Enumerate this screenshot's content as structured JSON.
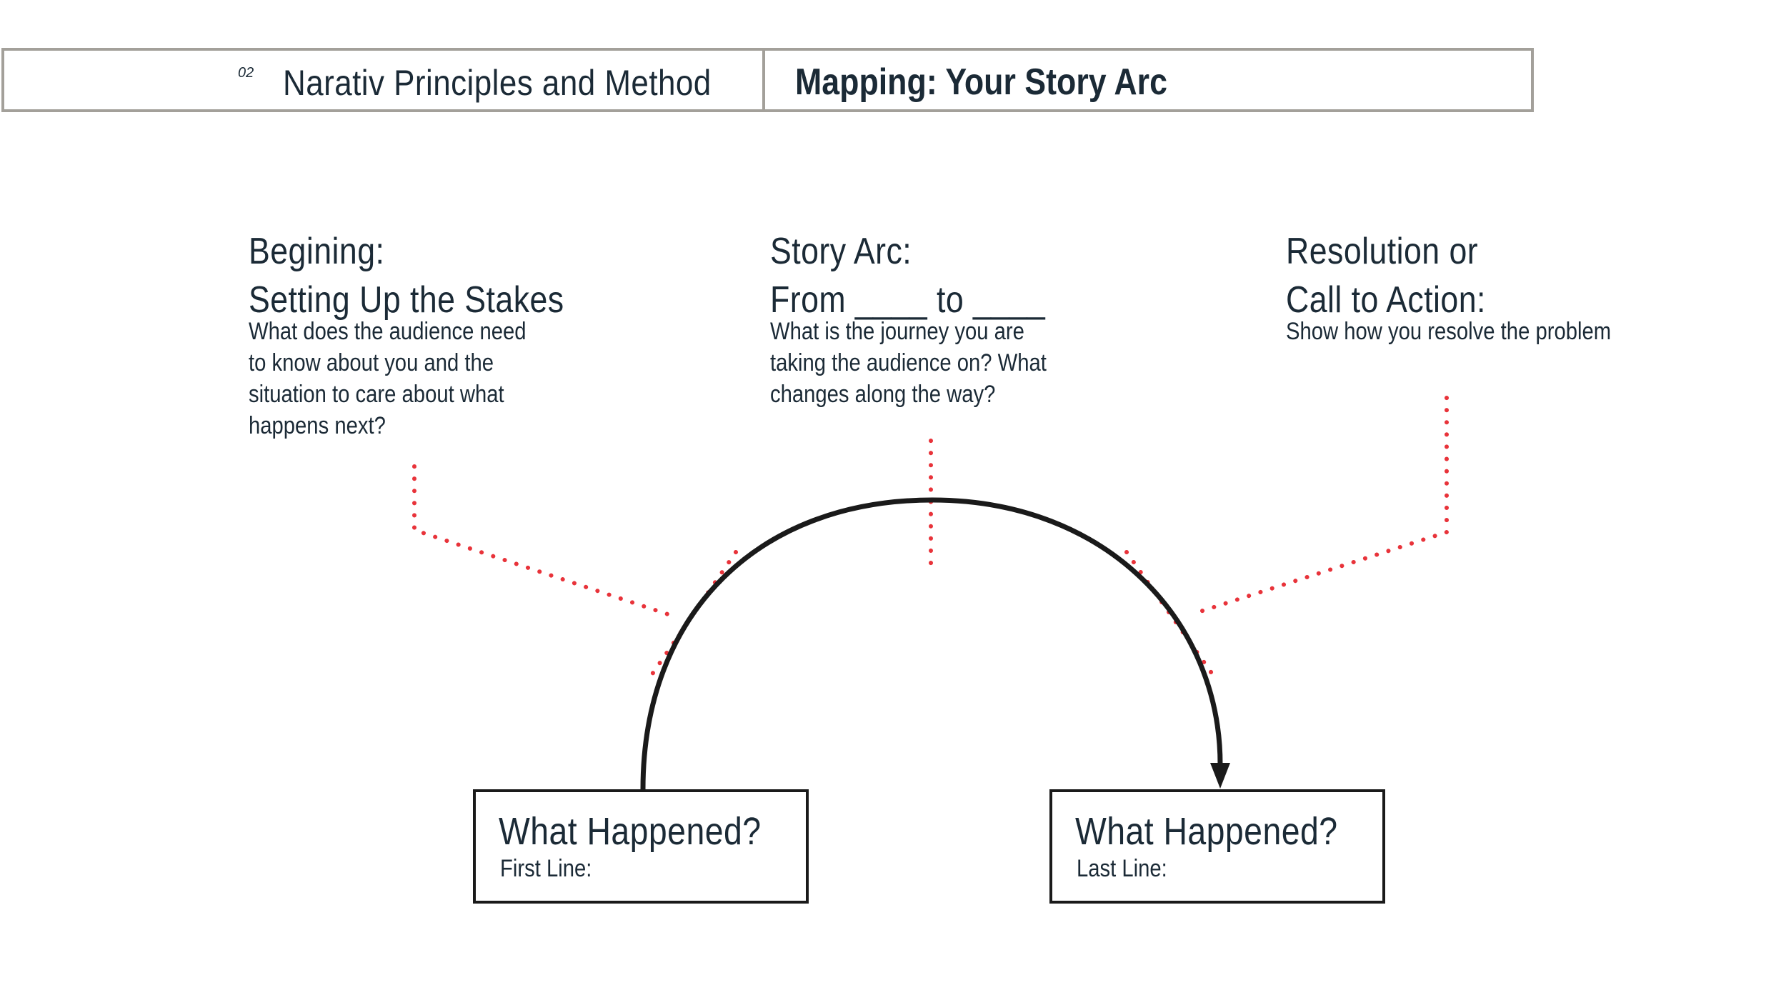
{
  "header": {
    "page_number": "02",
    "section_title": "Narativ Principles and Method",
    "page_title": "Mapping: Your Story Arc"
  },
  "beginning": {
    "title_line1": "Begining:",
    "title_line2": "Setting Up the Stakes",
    "desc": [
      "What does the audience need",
      "to know about you and the",
      "situation to care about what",
      "happens next?"
    ]
  },
  "story_arc": {
    "title_line1": "Story Arc:",
    "title_line2": "From ____ to ____",
    "desc": [
      "What is the journey you are",
      "taking the audience on? What",
      "changes along the way?"
    ]
  },
  "resolution": {
    "title_line1": "Resolution or",
    "title_line2": "Call to Action:",
    "desc": [
      "Show how you resolve the problem"
    ]
  },
  "first_box": {
    "title": "What Happened?",
    "subtitle": "First Line:"
  },
  "last_box": {
    "title": "What Happened?",
    "subtitle": "Last Line:"
  },
  "colors": {
    "text": "#1b2a36",
    "header_border": "#a3a09a",
    "arc": "#1a1a1a",
    "dots": "#e8333a"
  }
}
